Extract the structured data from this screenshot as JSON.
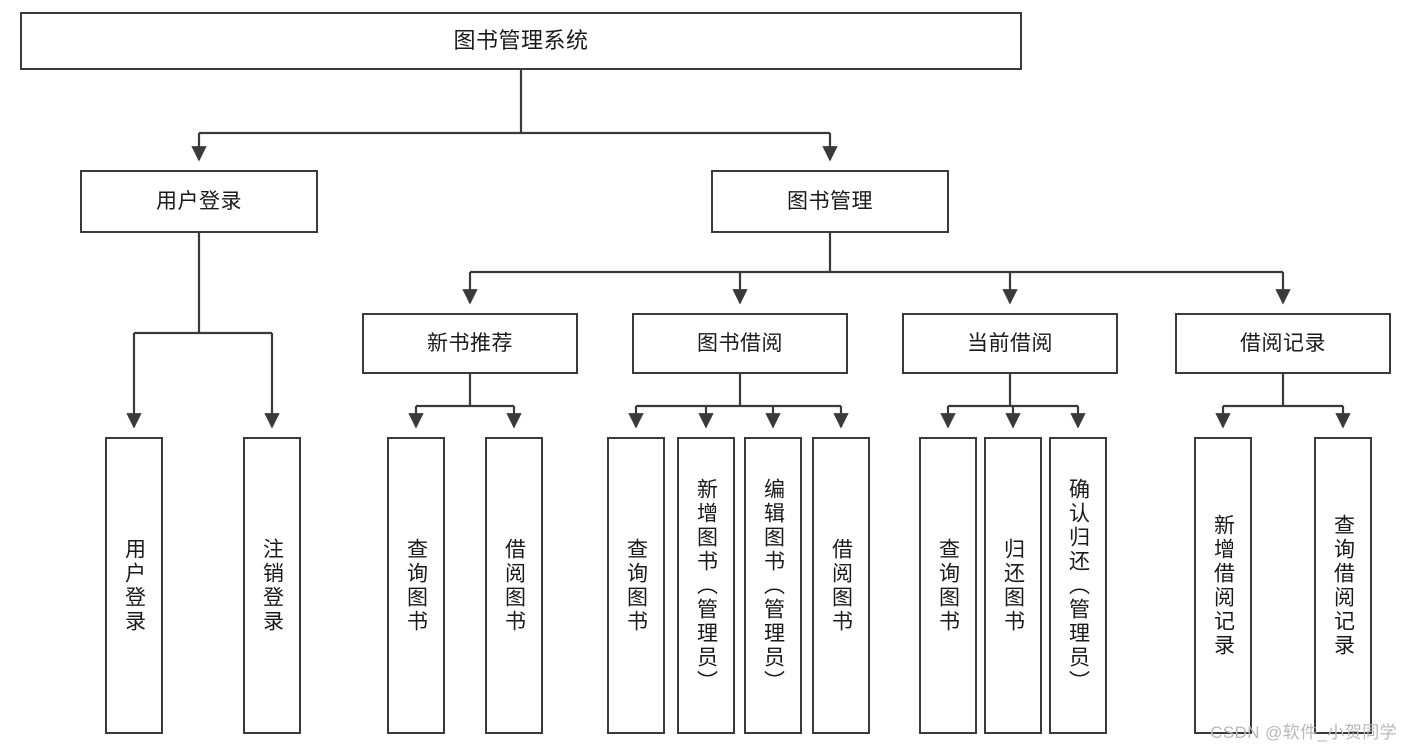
{
  "diagram": {
    "title": "图书管理系统",
    "type": "tree-hierarchy",
    "watermark": "CSDN @软件_小贺同学",
    "colors": {
      "background": "#ffffff",
      "box_border": "#3a3a3a",
      "connector": "#3a3a3a",
      "text": "#1a1a1a",
      "watermark": "#b8b8b8"
    },
    "root": {
      "label": "图书管理系统"
    },
    "level2": [
      {
        "label": "用户登录"
      },
      {
        "label": "图书管理"
      }
    ],
    "level3": [
      {
        "label": "新书推荐"
      },
      {
        "label": "图书借阅"
      },
      {
        "label": "当前借阅"
      },
      {
        "label": "借阅记录"
      }
    ],
    "leaves": {
      "user_login": [
        {
          "label": "用户登录"
        },
        {
          "label": "注销登录"
        }
      ],
      "new_book_recommend": [
        {
          "label": "查询图书"
        },
        {
          "label": "借阅图书"
        }
      ],
      "book_borrow": [
        {
          "label": "查询图书"
        },
        {
          "label": "新增图书（管理员）"
        },
        {
          "label": "编辑图书（管理员）"
        },
        {
          "label": "借阅图书"
        }
      ],
      "current_borrow": [
        {
          "label": "查询图书"
        },
        {
          "label": "归还图书"
        },
        {
          "label": "确认归还（管理员）"
        }
      ],
      "borrow_record": [
        {
          "label": "新增借阅记录"
        },
        {
          "label": "查询借阅记录"
        }
      ]
    }
  }
}
